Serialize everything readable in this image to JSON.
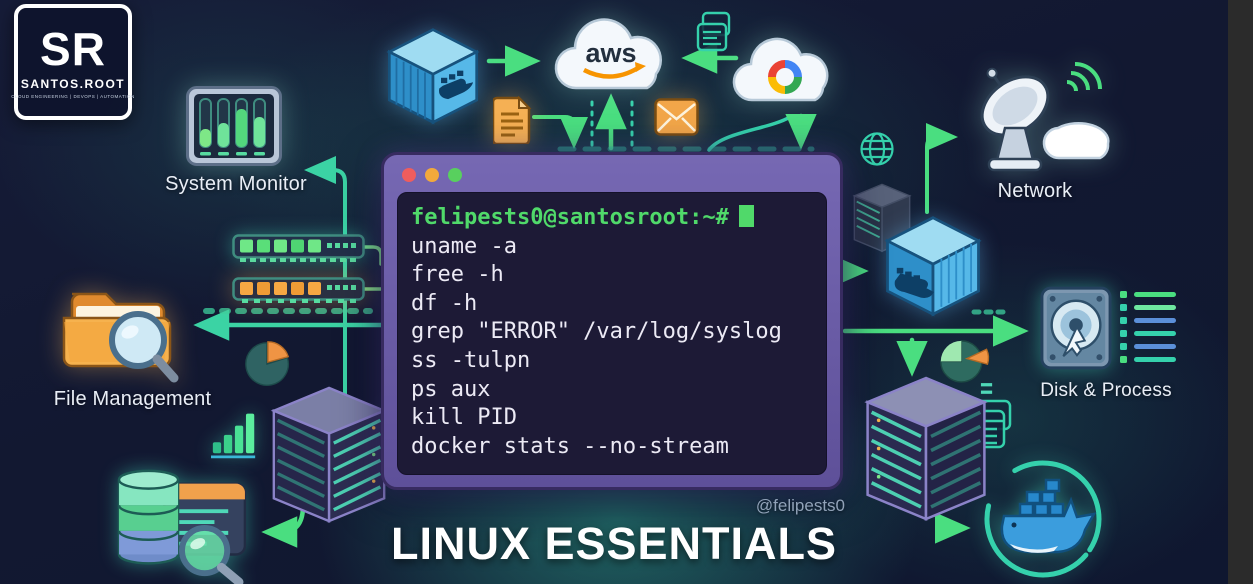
{
  "logo": {
    "initials": "SR",
    "name": "SANTOS.ROOT",
    "tagline": "CLOUD ENGINEERING | DEVOPS | AUTOMATION"
  },
  "labels": {
    "system_monitor": "System Monitor",
    "network": "Network",
    "file_management": "File Management",
    "disk_process": "Disk & Process"
  },
  "terminal": {
    "prompt": "felipests0@santosroot:~#",
    "commands": [
      "uname -a",
      "free -h",
      "df -h",
      "grep \"ERROR\" /var/log/syslog",
      "ss -tulpn",
      "ps aux",
      "kill PID",
      "docker stats --no-stream"
    ]
  },
  "clouds": {
    "aws_label": "aws"
  },
  "footer": {
    "handle": "@felipests0",
    "title": "LINUX ESSENTIALS"
  },
  "icons": [
    "sr-logo",
    "system-monitor-icon",
    "docker-container-icon",
    "aws-cloud-icon",
    "document-icon",
    "script-icon",
    "envelope-icon",
    "gcp-cloud-icon",
    "globe-icon",
    "satellite-dish-icon",
    "server-rack-icon",
    "ram-stick-icon",
    "folder-search-icon",
    "pie-chart-icon",
    "bar-chart-icon",
    "database-search-icon",
    "hdd-icon",
    "process-list-icon",
    "table-window-icon",
    "docker-whale-icon"
  ],
  "colors": {
    "background": "#121831",
    "accent_green": "#4ade80",
    "accent_teal": "#35d1ac",
    "terminal_frame": "#6b5ca8",
    "terminal_screen": "#1d1a36",
    "prompt_green": "#50d96a",
    "orange": "#f0a14c",
    "docker_blue": "#3b9ddd",
    "right_bar": "#2b2b2b"
  }
}
